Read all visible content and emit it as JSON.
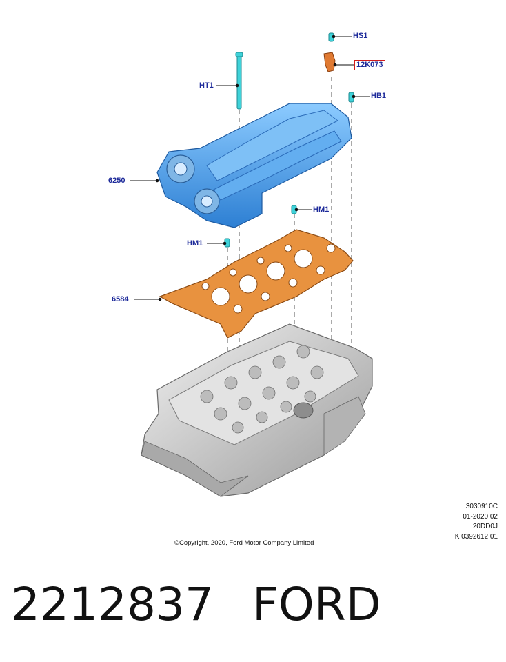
{
  "callouts": {
    "hs1": "HS1",
    "k12k073": "12K073",
    "ht1": "HT1",
    "hb1": "HB1",
    "p6250": "6250",
    "hm1_right": "HM1",
    "hm1_left": "HM1",
    "p6584": "6584"
  },
  "stamp": {
    "line1": "3030910C",
    "line2": "01-2020 02",
    "line3": "20DD0J",
    "line4": "K 0392612 01"
  },
  "copyright": "©Copyright, 2020, Ford Motor Company Limited",
  "footer": {
    "part_number": "2212837",
    "brand": "FORD"
  },
  "colors": {
    "cover": "#4f9ee6",
    "gasket": "#e08a3c",
    "fastener": "#3fd2d9",
    "callout_text": "#1d2a9a",
    "highlight_box": "#d11b1b",
    "block": "#cfcfcf"
  }
}
